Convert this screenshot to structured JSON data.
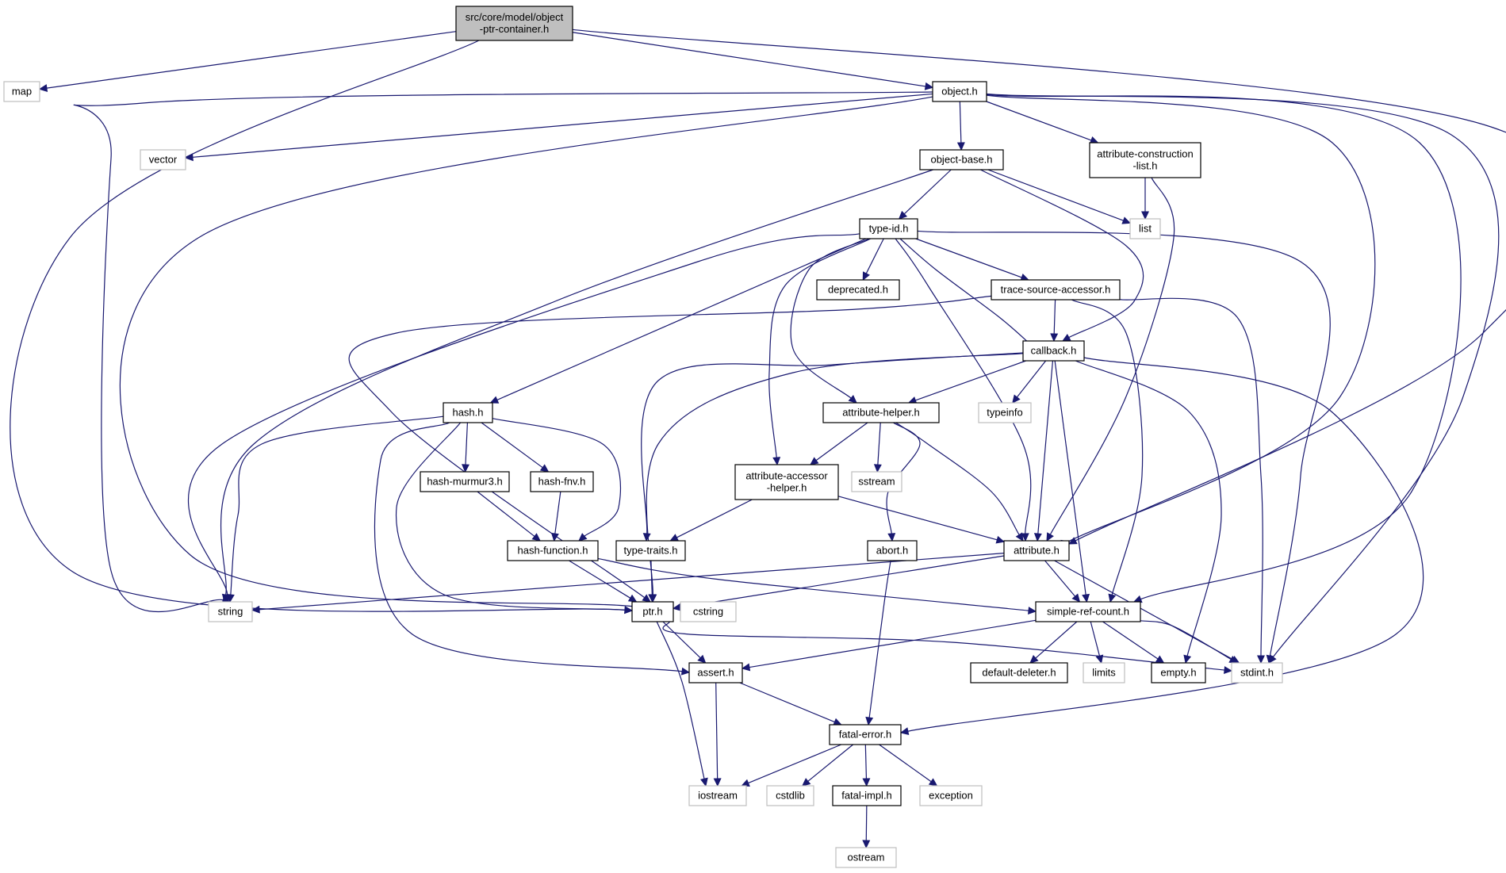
{
  "colors": {
    "edge": "#191970",
    "root_fill": "#bfbfbf",
    "node_border": "#000000",
    "system_border": "#bfbfbf",
    "background": "#ffffff"
  },
  "nodes": [
    {
      "id": "root",
      "label": [
        "src/core/model/object",
        "-ptr-container.h"
      ],
      "kind": "root"
    },
    {
      "id": "map",
      "label": [
        "map"
      ],
      "kind": "system"
    },
    {
      "id": "object",
      "label": [
        "object.h"
      ],
      "kind": "local"
    },
    {
      "id": "vector",
      "label": [
        "vector"
      ],
      "kind": "system"
    },
    {
      "id": "object-base",
      "label": [
        "object-base.h"
      ],
      "kind": "local"
    },
    {
      "id": "attr-construction",
      "label": [
        "attribute-construction",
        "-list.h"
      ],
      "kind": "local"
    },
    {
      "id": "list",
      "label": [
        "list"
      ],
      "kind": "system"
    },
    {
      "id": "type-id",
      "label": [
        "type-id.h"
      ],
      "kind": "local"
    },
    {
      "id": "deprecated",
      "label": [
        "deprecated.h"
      ],
      "kind": "local"
    },
    {
      "id": "trace-source",
      "label": [
        "trace-source-accessor.h"
      ],
      "kind": "local"
    },
    {
      "id": "callback",
      "label": [
        "callback.h"
      ],
      "kind": "local"
    },
    {
      "id": "hash",
      "label": [
        "hash.h"
      ],
      "kind": "local"
    },
    {
      "id": "attr-helper",
      "label": [
        "attribute-helper.h"
      ],
      "kind": "local"
    },
    {
      "id": "typeinfo",
      "label": [
        "typeinfo"
      ],
      "kind": "system"
    },
    {
      "id": "hash-murmur3",
      "label": [
        "hash-murmur3.h"
      ],
      "kind": "local"
    },
    {
      "id": "hash-fnv",
      "label": [
        "hash-fnv.h"
      ],
      "kind": "local"
    },
    {
      "id": "attr-accessor",
      "label": [
        "attribute-accessor",
        "-helper.h"
      ],
      "kind": "local"
    },
    {
      "id": "sstream",
      "label": [
        "sstream"
      ],
      "kind": "system"
    },
    {
      "id": "hash-function",
      "label": [
        "hash-function.h"
      ],
      "kind": "local"
    },
    {
      "id": "type-traits",
      "label": [
        "type-traits.h"
      ],
      "kind": "local"
    },
    {
      "id": "abort",
      "label": [
        "abort.h"
      ],
      "kind": "local"
    },
    {
      "id": "attribute",
      "label": [
        "attribute.h"
      ],
      "kind": "local"
    },
    {
      "id": "string",
      "label": [
        "string"
      ],
      "kind": "system"
    },
    {
      "id": "ptr",
      "label": [
        "ptr.h"
      ],
      "kind": "local"
    },
    {
      "id": "cstring",
      "label": [
        "cstring"
      ],
      "kind": "system"
    },
    {
      "id": "simple-ref",
      "label": [
        "simple-ref-count.h"
      ],
      "kind": "local"
    },
    {
      "id": "assert",
      "label": [
        "assert.h"
      ],
      "kind": "local"
    },
    {
      "id": "default-deleter",
      "label": [
        "default-deleter.h"
      ],
      "kind": "local"
    },
    {
      "id": "limits",
      "label": [
        "limits"
      ],
      "kind": "system"
    },
    {
      "id": "empty",
      "label": [
        "empty.h"
      ],
      "kind": "local"
    },
    {
      "id": "stdint",
      "label": [
        "stdint.h"
      ],
      "kind": "system"
    },
    {
      "id": "fatal-error",
      "label": [
        "fatal-error.h"
      ],
      "kind": "local"
    },
    {
      "id": "iostream",
      "label": [
        "iostream"
      ],
      "kind": "system"
    },
    {
      "id": "cstdlib",
      "label": [
        "cstdlib"
      ],
      "kind": "system"
    },
    {
      "id": "fatal-impl",
      "label": [
        "fatal-impl.h"
      ],
      "kind": "local"
    },
    {
      "id": "exception",
      "label": [
        "exception"
      ],
      "kind": "system"
    },
    {
      "id": "ostream",
      "label": [
        "ostream"
      ],
      "kind": "system"
    }
  ],
  "edges": [
    {
      "from": "root",
      "to": "map"
    },
    {
      "from": "root",
      "to": "object"
    },
    {
      "from": "root",
      "to": "ptr"
    },
    {
      "from": "root",
      "to": "attribute"
    },
    {
      "from": "object",
      "to": "vector"
    },
    {
      "from": "object",
      "to": "string"
    },
    {
      "from": "object",
      "to": "ptr"
    },
    {
      "from": "object",
      "to": "object-base"
    },
    {
      "from": "object",
      "to": "attr-construction"
    },
    {
      "from": "object",
      "to": "attribute"
    },
    {
      "from": "object",
      "to": "simple-ref"
    },
    {
      "from": "object",
      "to": "stdint"
    },
    {
      "from": "object-base",
      "to": "string"
    },
    {
      "from": "object-base",
      "to": "type-id"
    },
    {
      "from": "object-base",
      "to": "list"
    },
    {
      "from": "object-base",
      "to": "callback"
    },
    {
      "from": "attr-construction",
      "to": "list"
    },
    {
      "from": "attr-construction",
      "to": "attribute"
    },
    {
      "from": "type-id",
      "to": "string"
    },
    {
      "from": "type-id",
      "to": "hash"
    },
    {
      "from": "type-id",
      "to": "deprecated"
    },
    {
      "from": "type-id",
      "to": "trace-source"
    },
    {
      "from": "type-id",
      "to": "callback"
    },
    {
      "from": "type-id",
      "to": "attr-helper"
    },
    {
      "from": "type-id",
      "to": "attr-accessor"
    },
    {
      "from": "type-id",
      "to": "attribute"
    },
    {
      "from": "type-id",
      "to": "stdint"
    },
    {
      "from": "trace-source",
      "to": "ptr"
    },
    {
      "from": "trace-source",
      "to": "callback"
    },
    {
      "from": "trace-source",
      "to": "simple-ref"
    },
    {
      "from": "trace-source",
      "to": "stdint"
    },
    {
      "from": "callback",
      "to": "ptr"
    },
    {
      "from": "callback",
      "to": "type-traits"
    },
    {
      "from": "callback",
      "to": "attr-helper"
    },
    {
      "from": "callback",
      "to": "typeinfo"
    },
    {
      "from": "callback",
      "to": "attribute"
    },
    {
      "from": "callback",
      "to": "simple-ref"
    },
    {
      "from": "callback",
      "to": "empty"
    },
    {
      "from": "callback",
      "to": "fatal-error"
    },
    {
      "from": "hash",
      "to": "string"
    },
    {
      "from": "hash",
      "to": "ptr"
    },
    {
      "from": "hash",
      "to": "hash-murmur3"
    },
    {
      "from": "hash",
      "to": "hash-fnv"
    },
    {
      "from": "hash",
      "to": "hash-function"
    },
    {
      "from": "hash",
      "to": "assert"
    },
    {
      "from": "hash-murmur3",
      "to": "hash-function"
    },
    {
      "from": "hash-fnv",
      "to": "hash-function"
    },
    {
      "from": "hash-function",
      "to": "ptr"
    },
    {
      "from": "hash-function",
      "to": "simple-ref"
    },
    {
      "from": "attr-helper",
      "to": "attr-accessor"
    },
    {
      "from": "attr-helper",
      "to": "sstream"
    },
    {
      "from": "attr-helper",
      "to": "abort"
    },
    {
      "from": "attr-helper",
      "to": "attribute"
    },
    {
      "from": "attr-accessor",
      "to": "type-traits"
    },
    {
      "from": "attr-accessor",
      "to": "attribute"
    },
    {
      "from": "type-traits",
      "to": "ptr"
    },
    {
      "from": "abort",
      "to": "fatal-error"
    },
    {
      "from": "attribute",
      "to": "string"
    },
    {
      "from": "attribute",
      "to": "ptr"
    },
    {
      "from": "attribute",
      "to": "simple-ref"
    },
    {
      "from": "attribute",
      "to": "stdint"
    },
    {
      "from": "ptr",
      "to": "assert"
    },
    {
      "from": "ptr",
      "to": "iostream"
    },
    {
      "from": "ptr",
      "to": "stdint"
    },
    {
      "from": "simple-ref",
      "to": "assert"
    },
    {
      "from": "simple-ref",
      "to": "default-deleter"
    },
    {
      "from": "simple-ref",
      "to": "limits"
    },
    {
      "from": "simple-ref",
      "to": "empty"
    },
    {
      "from": "simple-ref",
      "to": "stdint"
    },
    {
      "from": "assert",
      "to": "iostream"
    },
    {
      "from": "assert",
      "to": "fatal-error"
    },
    {
      "from": "fatal-error",
      "to": "iostream"
    },
    {
      "from": "fatal-error",
      "to": "cstdlib"
    },
    {
      "from": "fatal-error",
      "to": "fatal-impl"
    },
    {
      "from": "fatal-error",
      "to": "exception"
    },
    {
      "from": "fatal-impl",
      "to": "ostream"
    }
  ]
}
